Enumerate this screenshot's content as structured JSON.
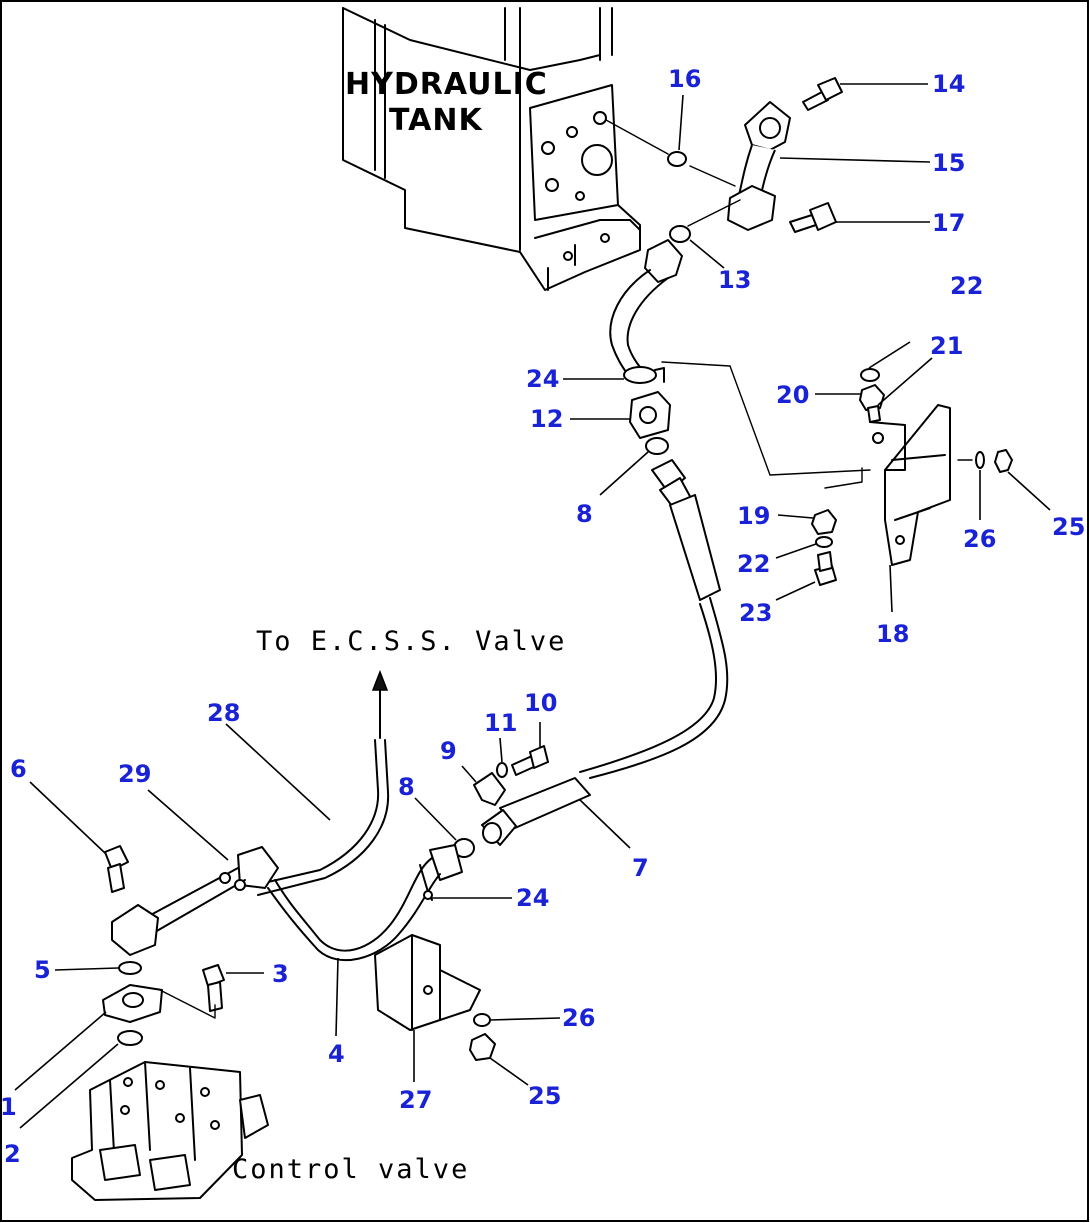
{
  "labels": {
    "tank_line1": "HYDRAULIC",
    "tank_line2": "TANK",
    "ecss": "To E.C.S.S. Valve",
    "control_valve": "Control valve"
  },
  "callouts": {
    "c1": "1",
    "c2": "2",
    "c3": "3",
    "c4": "4",
    "c5": "5",
    "c6": "6",
    "c7": "7",
    "c8a": "8",
    "c8b": "8",
    "c9": "9",
    "c10": "10",
    "c11": "11",
    "c12": "12",
    "c13": "13",
    "c14": "14",
    "c15": "15",
    "c16": "16",
    "c17": "17",
    "c18": "18",
    "c19": "19",
    "c20": "20",
    "c21": "21",
    "c22a": "22",
    "c22b": "22",
    "c23": "23",
    "c24a": "24",
    "c24b": "24",
    "c25a": "25",
    "c25b": "25",
    "c26a": "26",
    "c26b": "26",
    "c27": "27",
    "c28": "28",
    "c29": "29"
  },
  "colors": {
    "callout": "#1a22d6",
    "line": "#000000",
    "background": "#ffffff"
  }
}
